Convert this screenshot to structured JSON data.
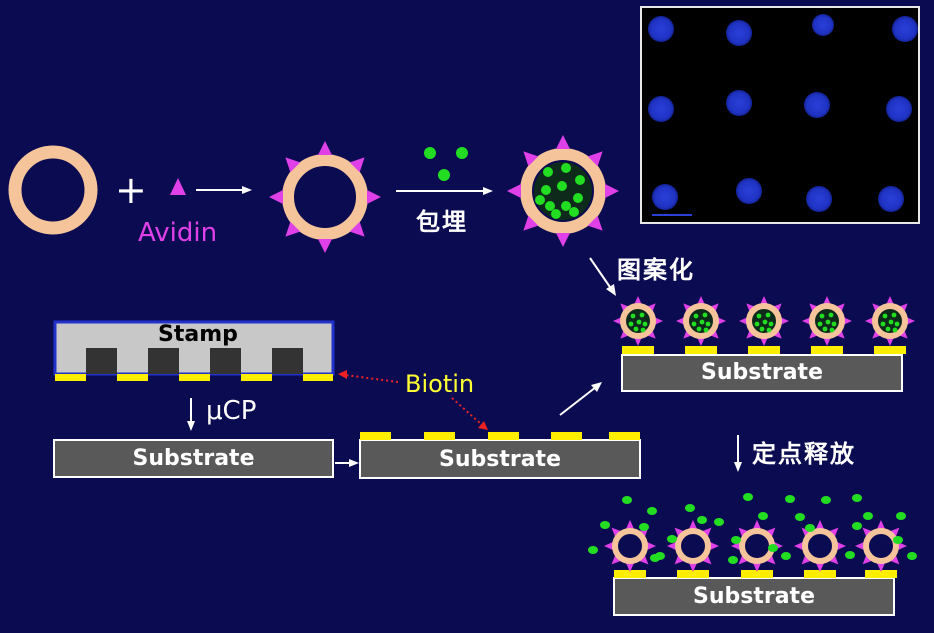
{
  "labels": {
    "avidin": "Avidin",
    "plus": "+",
    "embed": "包埋",
    "pattern": "图案化",
    "release": "定点释放",
    "stamp": "Stamp",
    "ucp": "μCP",
    "biotin": "Biotin",
    "substrate": "Substrate"
  },
  "colors": {
    "background": "#0b0b52",
    "liposome": "#f5c49a",
    "avidin": "#e040e8",
    "drug": "#22dd22",
    "biotin": "#ffee00",
    "substrate": "#595959",
    "stamp": "#c8c8c8"
  }
}
